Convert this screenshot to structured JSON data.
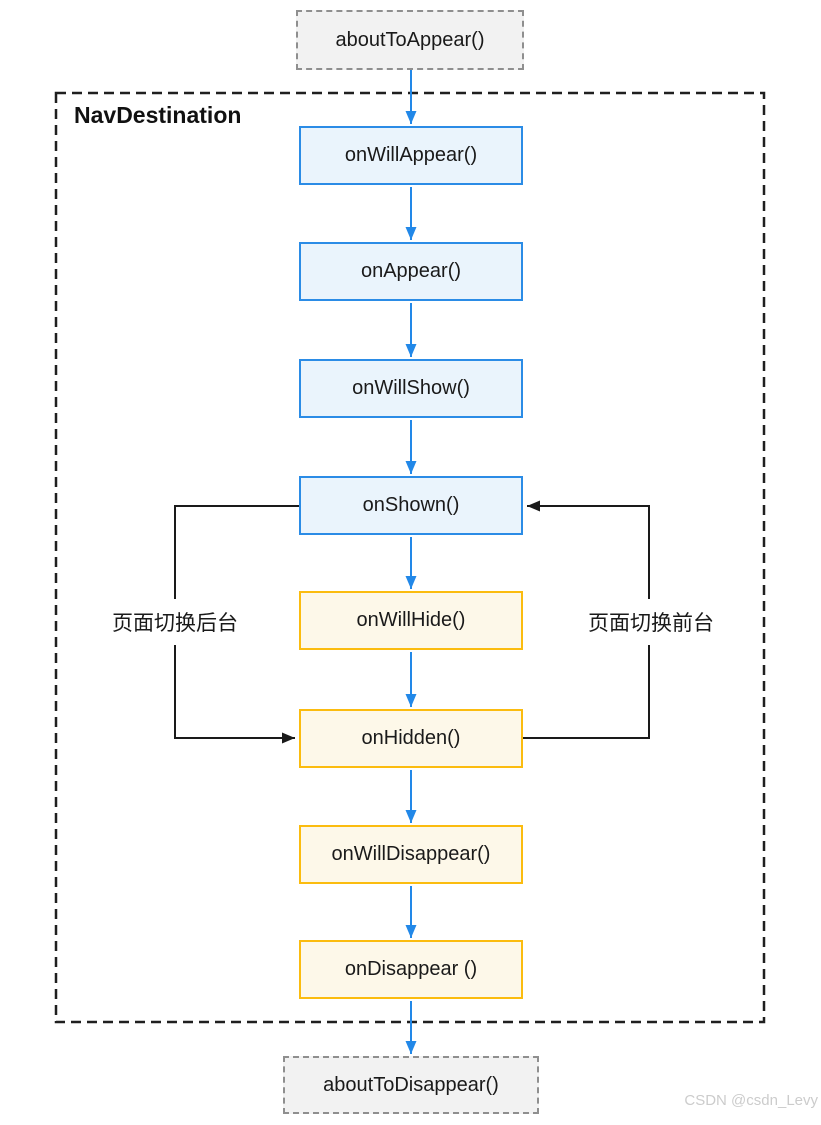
{
  "title": "NavDestination",
  "nodes": {
    "aboutToAppear": "aboutToAppear()",
    "onWillAppear": "onWillAppear()",
    "onAppear": "onAppear()",
    "onWillShow": "onWillShow()",
    "onShown": "onShown()",
    "onWillHide": "onWillHide()",
    "onHidden": "onHidden()",
    "onWillDisappear": "onWillDisappear()",
    "onDisappear": "onDisappear ()",
    "aboutToDisappear": "aboutToDisappear()"
  },
  "edge_labels": {
    "to_background": "页面切换后台",
    "to_foreground": "页面切换前台"
  },
  "watermark": "CSDN @csdn_Levy",
  "colors": {
    "blue_border": "#2b8ce6",
    "blue_fill": "#eaf4fc",
    "yellow_border": "#fbbc0f",
    "yellow_fill": "#fdf8e9",
    "arrow_blue": "#2288e8",
    "loop_black": "#1a1a1a",
    "gray_fill": "#f2f2f2",
    "gray_border": "#8f8f8f",
    "text_color": "#1a1a1a",
    "watermark_color": "#cccccc"
  }
}
